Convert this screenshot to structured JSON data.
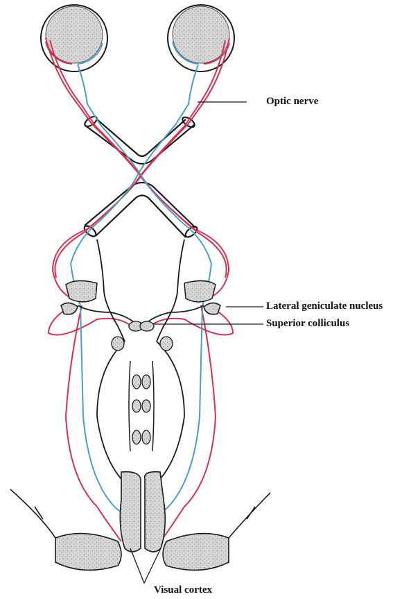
{
  "labels": {
    "optic_nerve": "Optic nerve",
    "lateral_geniculate_nucleus": "Lateral geniculate nucleus",
    "superior_colliculus": "Superior colliculus",
    "visual_cortex": "Visual cortex"
  },
  "colors": {
    "crossed_pathway": "#d9304f",
    "uncrossed_pathway": "#4a9ec8",
    "outline": "#1a1a1a",
    "tissue_fill": "#d4d4d4"
  }
}
